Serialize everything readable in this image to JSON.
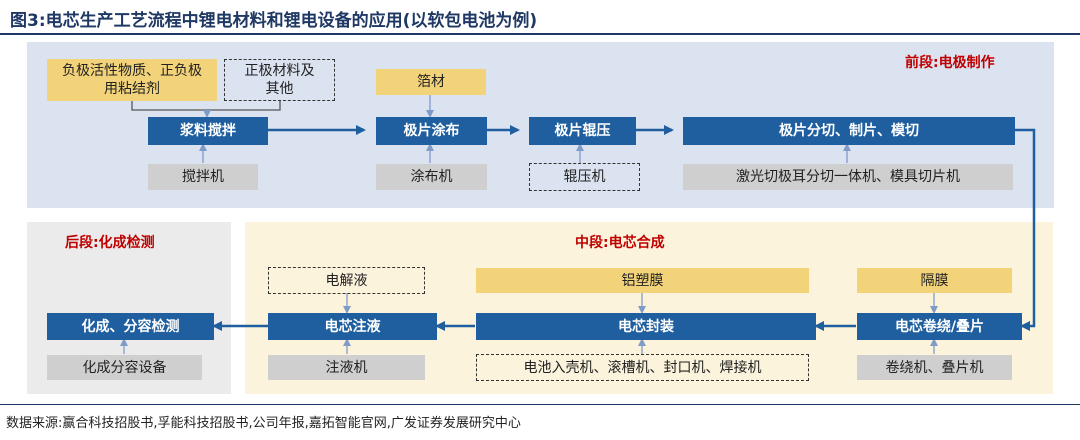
{
  "title": "图3:电芯生产工艺流程中锂电材料和锂电设备的应用(以软包电池为例)",
  "sections": {
    "front": "前段:电极制作",
    "middle": "中段:电芯合成",
    "back": "后段:化成检测"
  },
  "process_steps": {
    "mixing": "浆料搅拌",
    "coating": "极片涂布",
    "rolling": "极片辊压",
    "cutting": "极片分切、制片、模切",
    "winding": "电芯卷绕/叠片",
    "packaging": "电芯封装",
    "injection": "电芯注液",
    "formation": "化成、分容检测"
  },
  "materials": {
    "anode_active": "负极活性物质、正负极用粘结剂",
    "cathode_other": "正极材料及其他",
    "foil": "箔材",
    "separator": "隔膜",
    "aluminum_film": "铝塑膜",
    "electrolyte": "电解液"
  },
  "equipment": {
    "mixer": "搅拌机",
    "coater": "涂布机",
    "roller": "辊压机",
    "cutter": "激光切极耳分切一体机、模具切片机",
    "winder": "卷绕机、叠片机",
    "packaging": "电池入壳机、滚槽机、封口机、焊接机",
    "injector": "注液机",
    "formation": "化成分容设备"
  },
  "source": "数据来源:赢合科技招股书,孚能科技招股书,公司年报,嘉拓智能官网,广发证券发展研究中心"
}
